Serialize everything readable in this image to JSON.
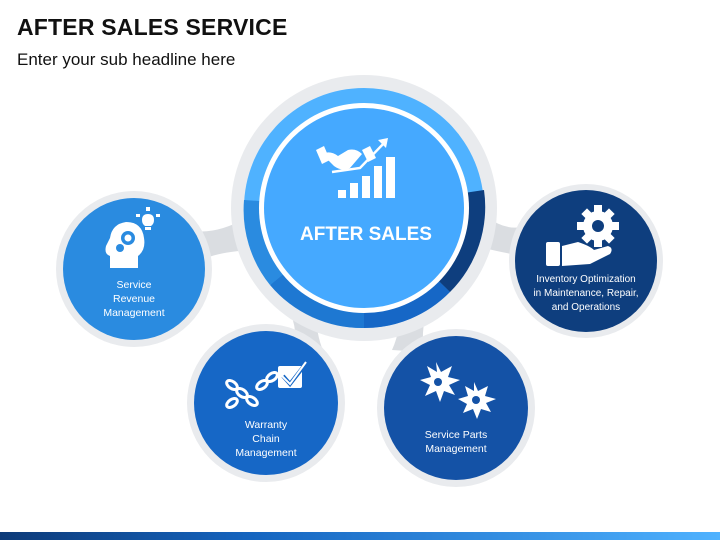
{
  "header": {
    "title": "AFTER SALES SERVICE",
    "subtitle": "Enter your sub headline here"
  },
  "center": {
    "label": "AFTER SALES",
    "icon": "handshake-growth-chart-icon"
  },
  "nodes": [
    {
      "id": "service-revenue",
      "lines": [
        "Service",
        "Revenue",
        "Management"
      ],
      "icon": "head-gears-lightbulb-icon",
      "color": "#2a8be0"
    },
    {
      "id": "warranty-chain",
      "lines": [
        "Warranty",
        "Chain",
        "Management"
      ],
      "icon": "chain-checkbox-icon",
      "color": "#1667c6"
    },
    {
      "id": "service-parts",
      "lines": [
        "Service Parts",
        "Management"
      ],
      "icon": "burst-stars-icon",
      "color": "#1452a6"
    },
    {
      "id": "inventory-optimization",
      "lines": [
        "Inventory Optimization",
        "in Maintenance, Repair,",
        "and Operations"
      ],
      "icon": "hand-gear-icon",
      "color": "#0e3e7e"
    }
  ],
  "colors": {
    "ring_light": "#4fb2ff",
    "ring_mid": "#2a8be0",
    "ring_dark": "#1667c6",
    "ring_darkest": "#0e3e7e",
    "center_fill": "#45a9ff",
    "halo": "#e9ebee",
    "connector": "#dadde1"
  }
}
